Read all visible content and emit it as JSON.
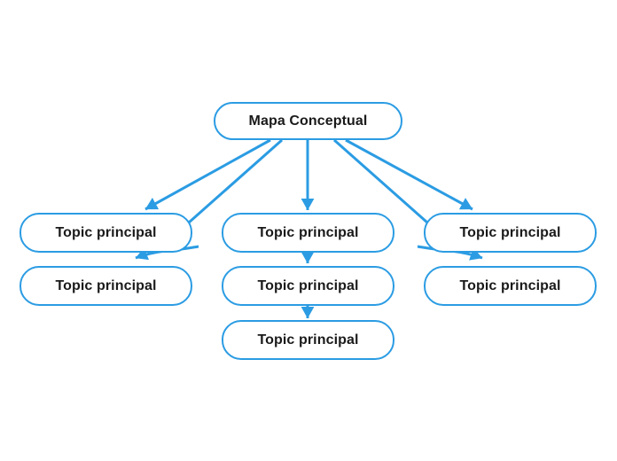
{
  "colors": {
    "accent": "#2B9CE3",
    "canvas_bg": "#FFFFFF",
    "node_fill": "#FFFFFF",
    "text": "#1A1A1A"
  },
  "diagram": {
    "root": {
      "label": "Mapa Conceptual"
    },
    "topics": [
      {
        "label": "Topic principal"
      },
      {
        "label": "Topic principal"
      },
      {
        "label": "Topic principal"
      },
      {
        "label": "Topic principal"
      },
      {
        "label": "Topic principal"
      },
      {
        "label": "Topic principal"
      },
      {
        "label": "Topic principal"
      }
    ]
  }
}
